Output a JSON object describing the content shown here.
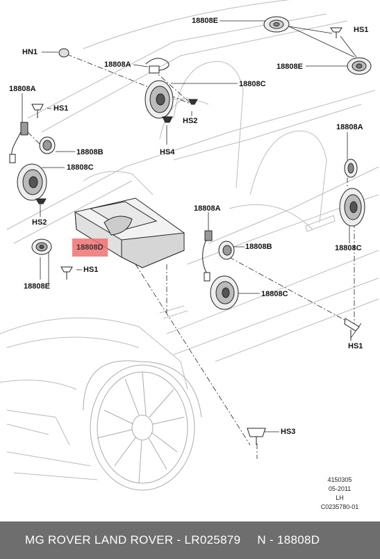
{
  "callouts": {
    "c1": "18808E",
    "c2": "HS1",
    "c3": "HN1",
    "c4": "18808A",
    "c5": "18808E",
    "c6": "18808C",
    "c7": "18808A",
    "c8": "HS1",
    "c9": "HS2",
    "c10": "18808B",
    "c11": "HS4",
    "c12": "18808A",
    "c13": "18808C",
    "c14": "HS2",
    "c15": "18808A",
    "c16": "18808D",
    "c17": "18808B",
    "c18": "18808C",
    "c19": "HS1",
    "c20": "18808E",
    "c21": "18808C",
    "c22": "HS1",
    "c23": "HS3"
  },
  "meta": {
    "line1": "4150305",
    "line2": "05-2011",
    "line3": "LH",
    "line4": "C0235780-01"
  },
  "footer": {
    "brand": "MG ROVER LAND ROVER - LR025879",
    "part": "N - 18808D"
  },
  "colors": {
    "footer_bg": "#6e6e6e",
    "highlight": "#f07070"
  }
}
